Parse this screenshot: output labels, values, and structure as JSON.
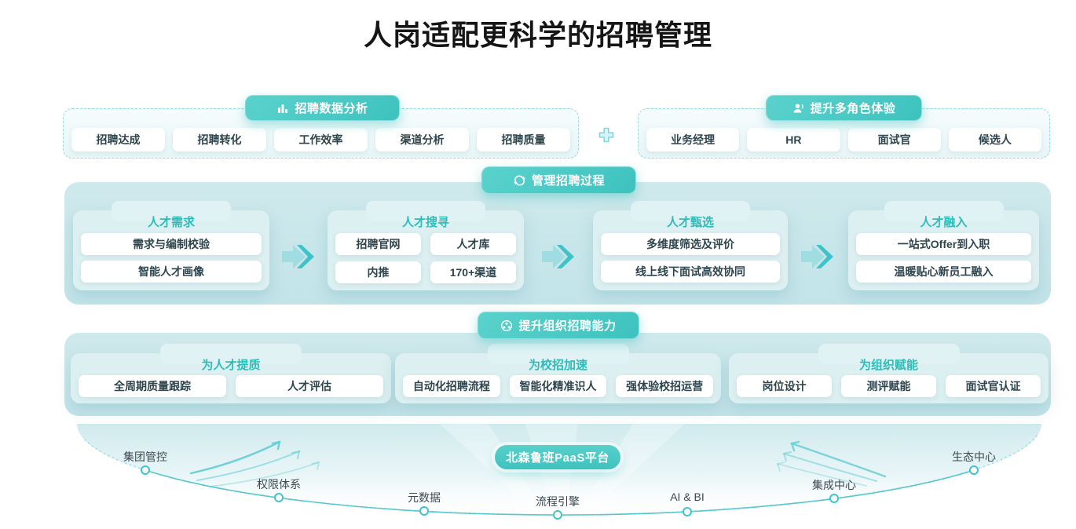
{
  "title": "人岗适配更科学的招聘管理",
  "top": {
    "analysis": {
      "header": "招聘数据分析",
      "icon": "bar-chart-icon",
      "items": [
        "招聘达成",
        "招聘转化",
        "工作效率",
        "渠道分析",
        "招聘质量"
      ]
    },
    "plus_icon": "plus-icon",
    "experience": {
      "header": "提升多角色体验",
      "icon": "people-icon",
      "items": [
        "业务经理",
        "HR",
        "面试官",
        "候选人"
      ]
    }
  },
  "process": {
    "header": "管理招聘过程",
    "icon": "cycle-arrows-icon",
    "stages": [
      {
        "title": "人才需求",
        "items": [
          "需求与编制校验",
          "智能人才画像"
        ]
      },
      {
        "title": "人才搜寻",
        "items": [
          "招聘官网",
          "人才库",
          "内推",
          "170+渠道"
        ]
      },
      {
        "title": "人才甄选",
        "items": [
          "多维度筛选及评价",
          "线上线下面试高效协同"
        ]
      },
      {
        "title": "人才融入",
        "items": [
          "一站式Offer到入职",
          "温暖贴心新员工融入"
        ]
      }
    ]
  },
  "capability": {
    "header": "提升组织招聘能力",
    "icon": "org-circle-icon",
    "groups": [
      {
        "title": "为人才提质",
        "items": [
          "全周期质量跟踪",
          "人才评估"
        ]
      },
      {
        "title": "为校招加速",
        "items": [
          "自动化招聘流程",
          "智能化精准识人",
          "强体验校招运营"
        ]
      },
      {
        "title": "为组织赋能",
        "items": [
          "岗位设计",
          "测评赋能",
          "面试官认证"
        ]
      }
    ]
  },
  "platform": {
    "label": "北森鲁班PaaS平台",
    "nodes": [
      "集团管控",
      "权限体系",
      "元数据",
      "流程引擎",
      "AI & BI",
      "集成中心",
      "生态中心"
    ]
  },
  "colors": {
    "accent_teal": "#3ec2bf",
    "band_teal": "#c9e7ea",
    "card_teal": "#dceff1",
    "dashed_border": "#96dce1",
    "title_text": "#151515",
    "item_text": "#2f454d"
  }
}
